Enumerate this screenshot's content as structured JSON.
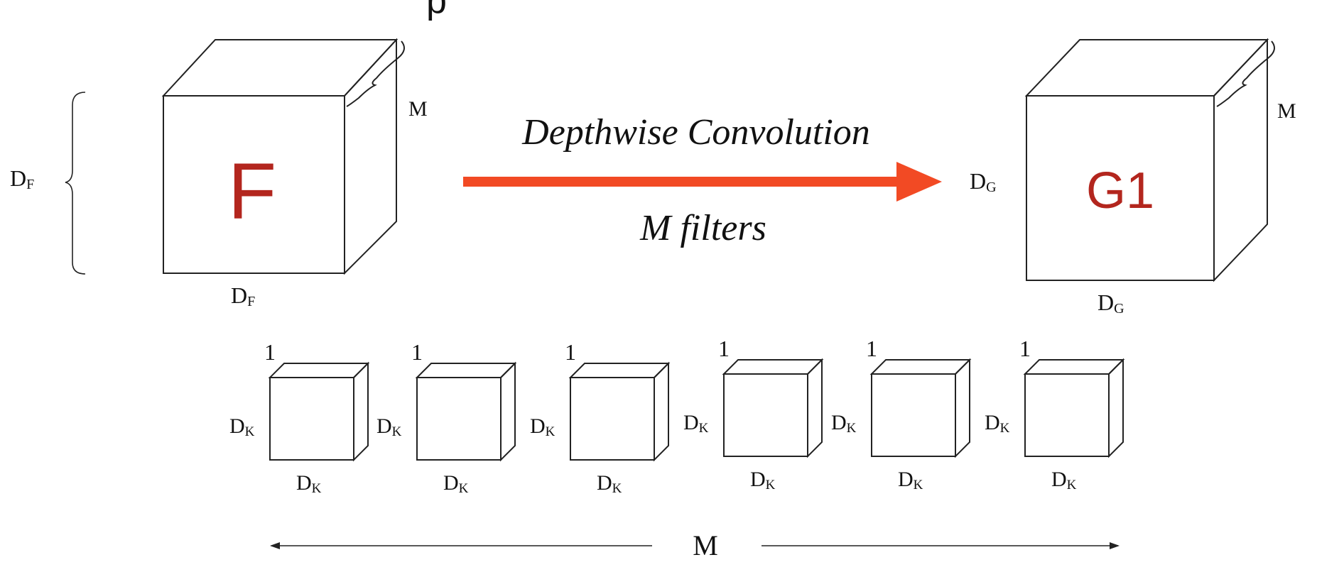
{
  "heading": "p",
  "input_cube": {
    "letter": "F",
    "depth_label": "M",
    "height_label": "D",
    "height_sub": "F",
    "width_label": "D",
    "width_sub": "F"
  },
  "output_cube": {
    "letter": "G1",
    "depth_label": "M",
    "height_label": "D",
    "height_sub": "G",
    "width_label": "D",
    "width_sub": "G"
  },
  "operation": {
    "title": "Depthwise Convolution",
    "subtitle": "M filters"
  },
  "filters": {
    "depth_label": "1",
    "side_label": "D",
    "side_sub": "K",
    "bottom_label": "D",
    "bottom_sub": "K",
    "count_label": "M"
  },
  "colors": {
    "letter": "#b3261e",
    "arrow": "#f24a24",
    "stroke": "#222222"
  }
}
